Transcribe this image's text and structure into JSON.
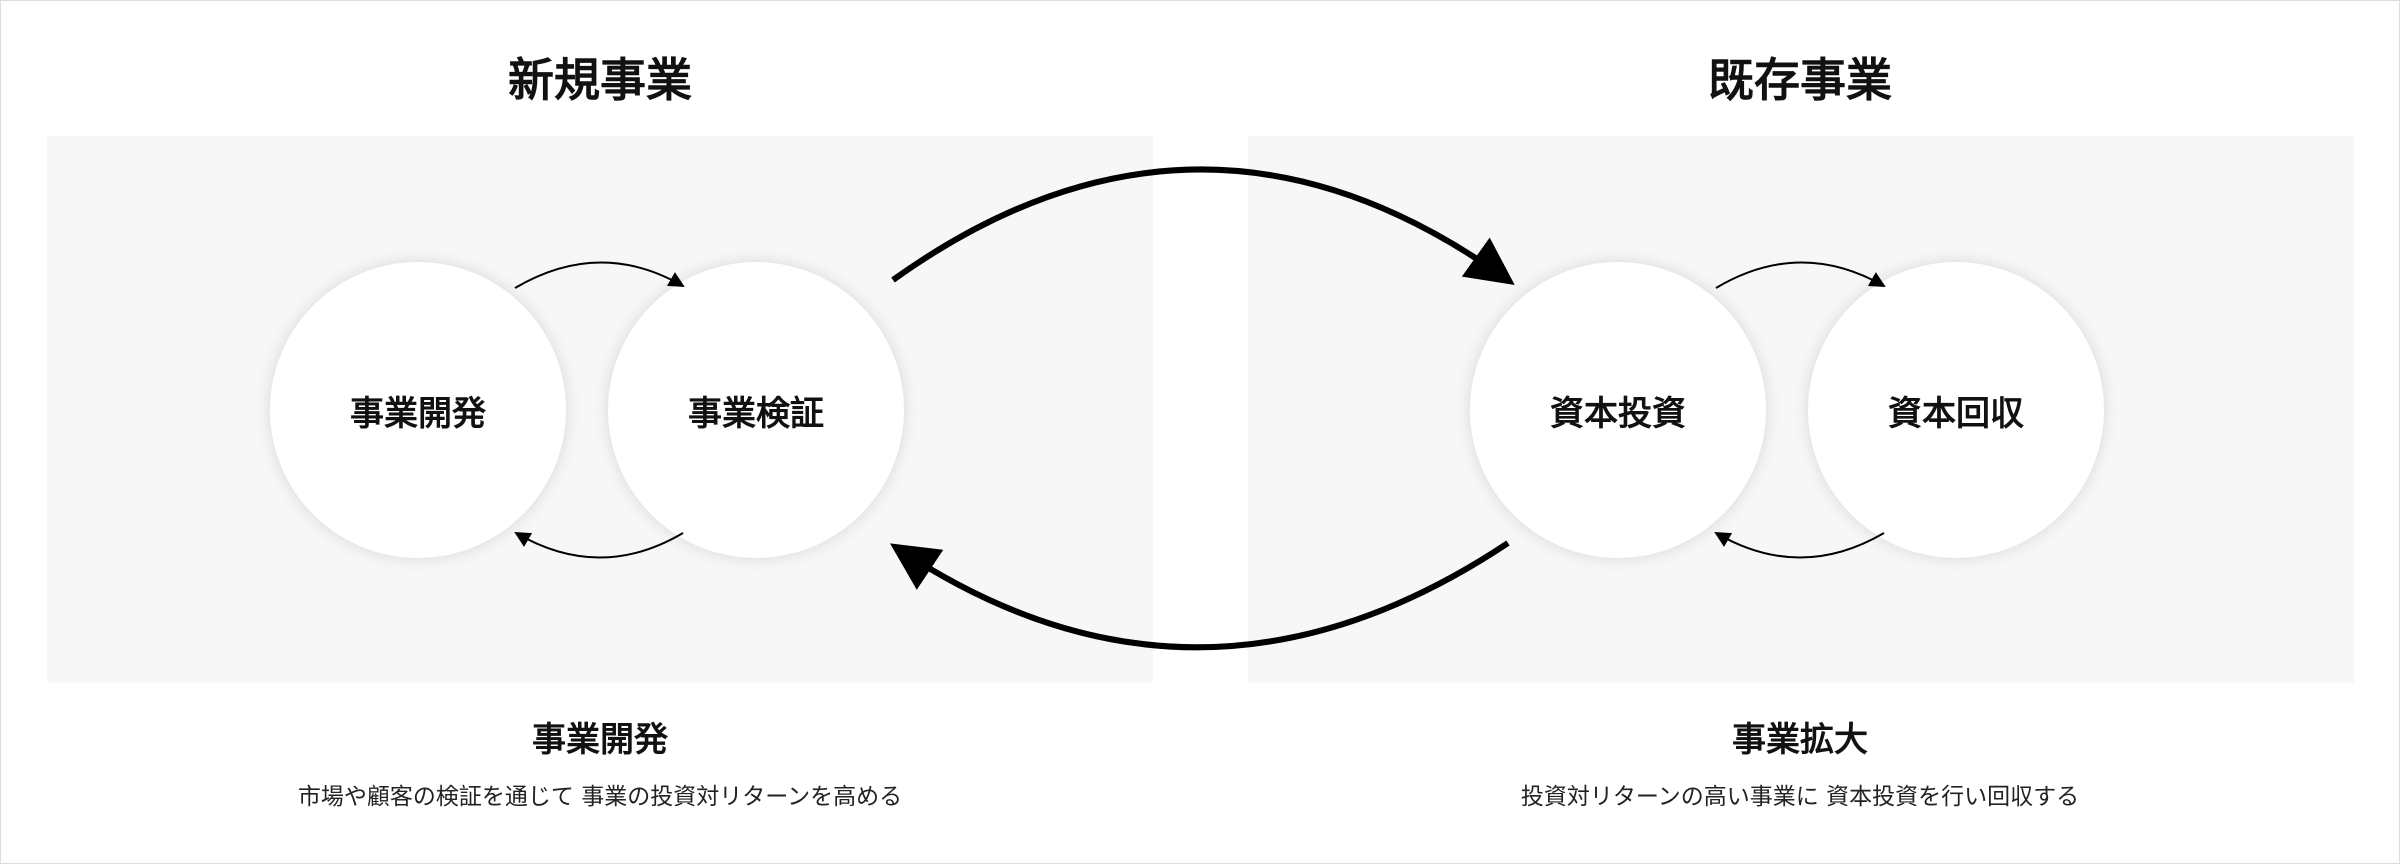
{
  "colors": {
    "panel": "#f7f7f7",
    "circle": "#ffffff",
    "arrow": "#000000",
    "text": "#111111"
  },
  "sections": {
    "new": {
      "title": "新規事業",
      "circles": [
        "事業開発",
        "事業検証"
      ],
      "caption_title": "事業開発",
      "caption_desc": "市場や顧客の検証を通じて 事業の投資対リターンを高める"
    },
    "existing": {
      "title": "既存事業",
      "circles": [
        "資本投資",
        "資本回収"
      ],
      "caption_title": "事業拡大",
      "caption_desc": "投資対リターンの高い事業に 資本投資を行い回収する"
    }
  }
}
